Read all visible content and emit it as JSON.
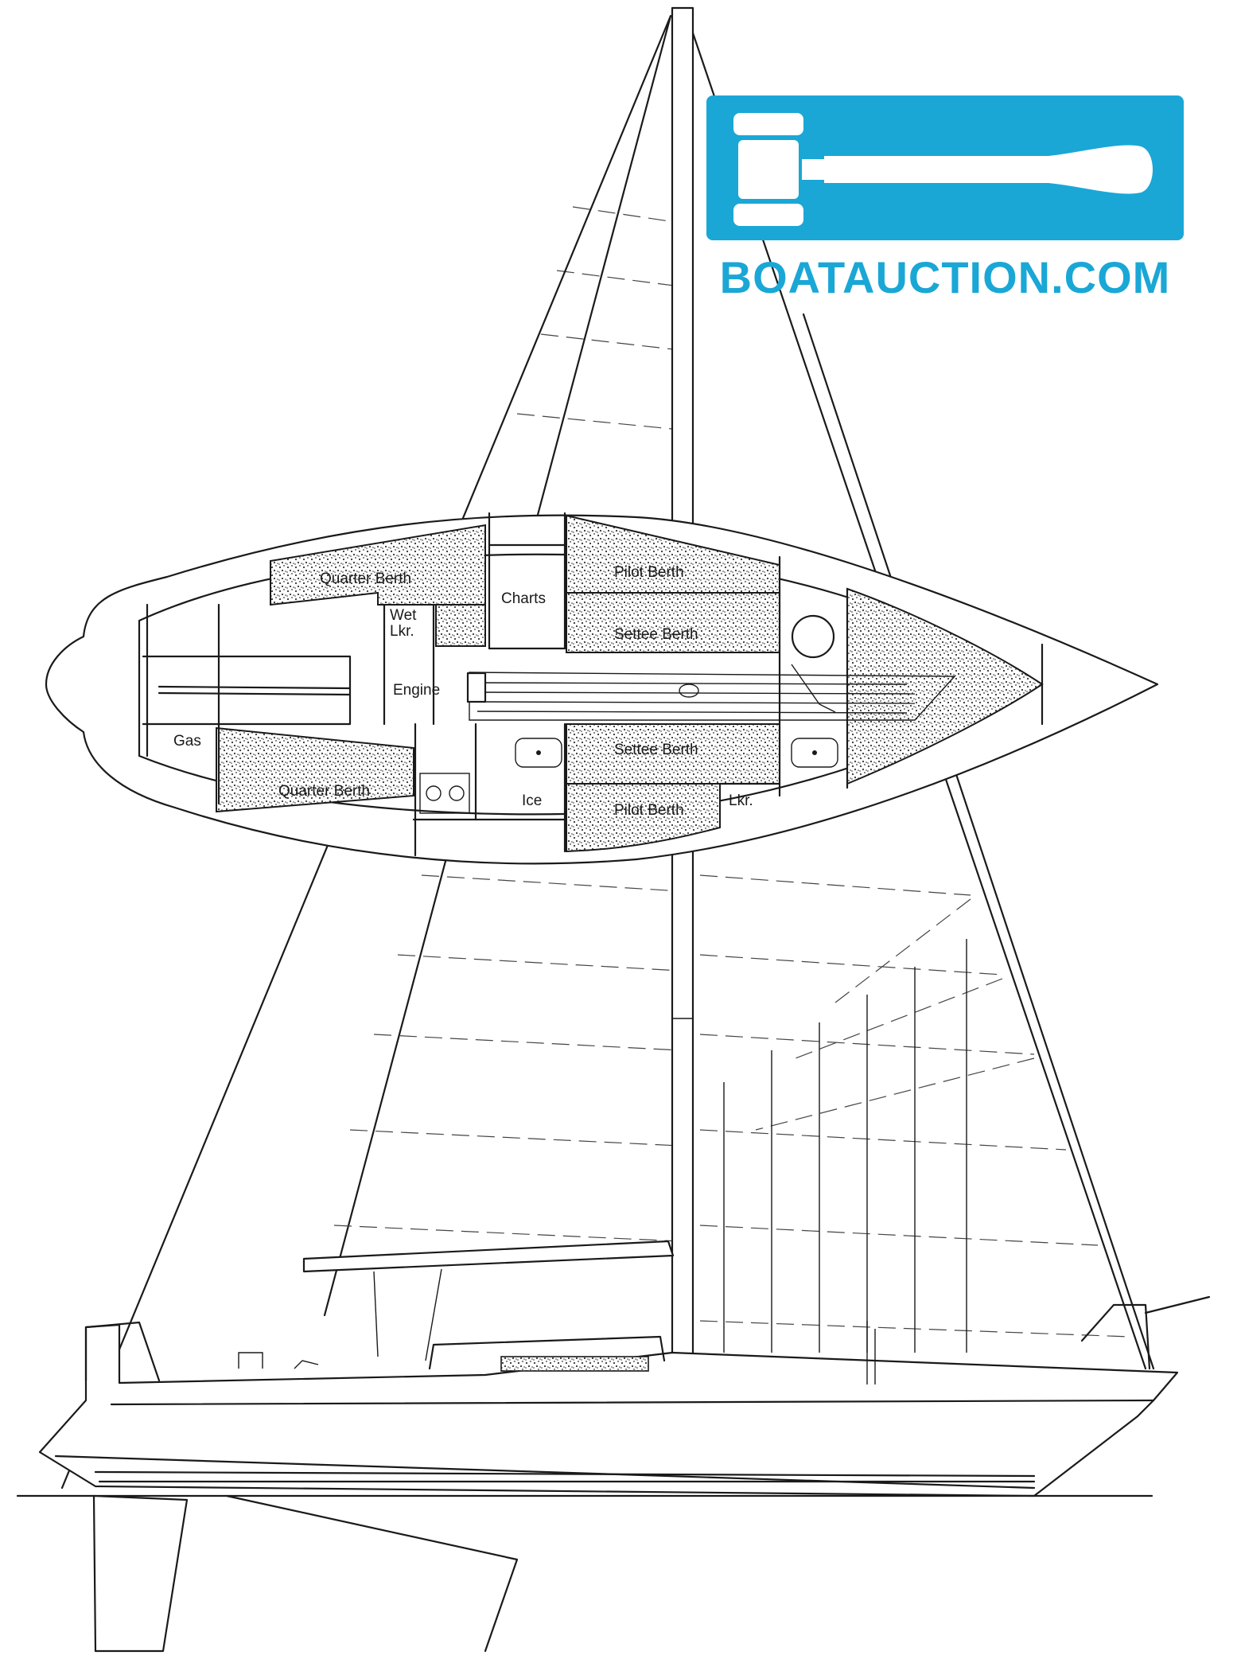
{
  "watermark": {
    "brand": "BOATAUCTION.COM",
    "brand_color": "#1aa7d6",
    "icon": "gavel-icon"
  },
  "labels": {
    "quarter_berth_top": "Quarter Berth",
    "wet_locker_line1": "Wet",
    "wet_locker_line2": "Lkr.",
    "charts": "Charts",
    "pilot_berth_top": "Pilot Berth",
    "settee_berth_top": "Settee Berth",
    "engine": "Engine",
    "gas": "Gas",
    "settee_berth_bottom": "Settee Berth",
    "quarter_berth_bottom": "Quarter Berth",
    "ice": "Ice",
    "pilot_berth_bottom": "Pilot Berth",
    "locker_bottom": "Lkr."
  }
}
